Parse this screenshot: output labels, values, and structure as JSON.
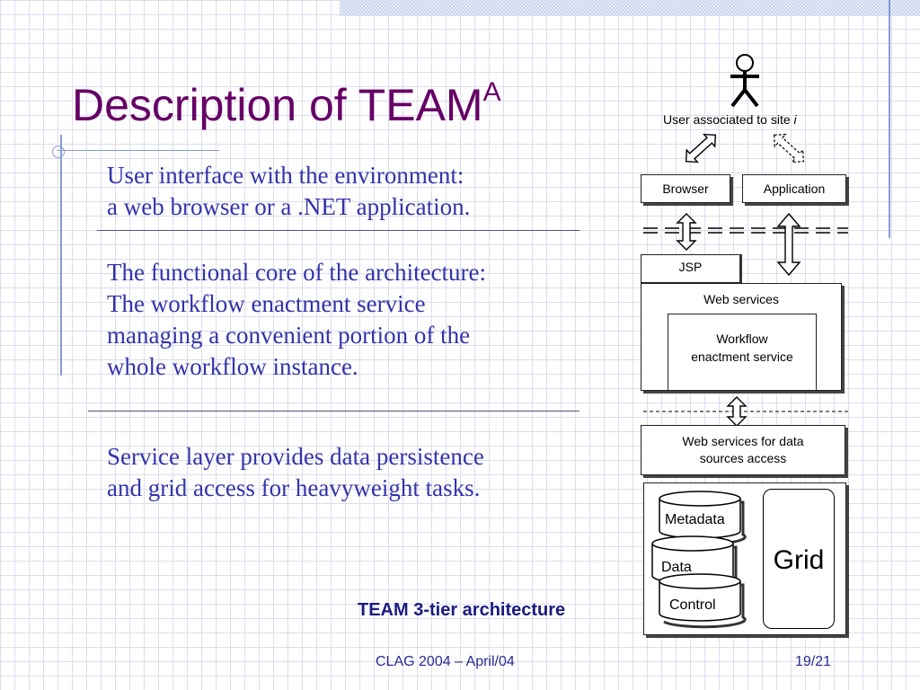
{
  "slide": {
    "title": "Description of TEAM",
    "title_superscript": "A"
  },
  "sections": [
    {
      "line1": "User interface with the environment:",
      "line2": "a web browser or a .NET application."
    },
    {
      "line1": "The functional core of the architecture:",
      "line2": "The workflow enactment service",
      "line3": "managing a convenient portion of the",
      "line4": "whole workflow instance."
    },
    {
      "line1": "Service layer provides data persistence",
      "line2": "and grid access for heavyweight tasks."
    }
  ],
  "diagram": {
    "user_label": "User associated to site ",
    "user_label_italic": "i",
    "browser": "Browser",
    "application": "Application",
    "jsp": "JSP",
    "web_services": "Web services",
    "workflow_line1": "Workflow",
    "workflow_line2": "enactment service",
    "data_access_line1": "Web services for data",
    "data_access_line2": "sources access",
    "metadata": "Metadata",
    "data": "Data",
    "control": "Control",
    "grid": "Grid",
    "caption": "TEAM 3-tier architecture"
  },
  "footer": {
    "center": "CLAG 2004 – April/04",
    "page": "19/21"
  },
  "colors": {
    "title": "#660066",
    "body_text": "#3333aa",
    "caption": "#1a1a80",
    "grid_lines": "#dcdcef"
  }
}
